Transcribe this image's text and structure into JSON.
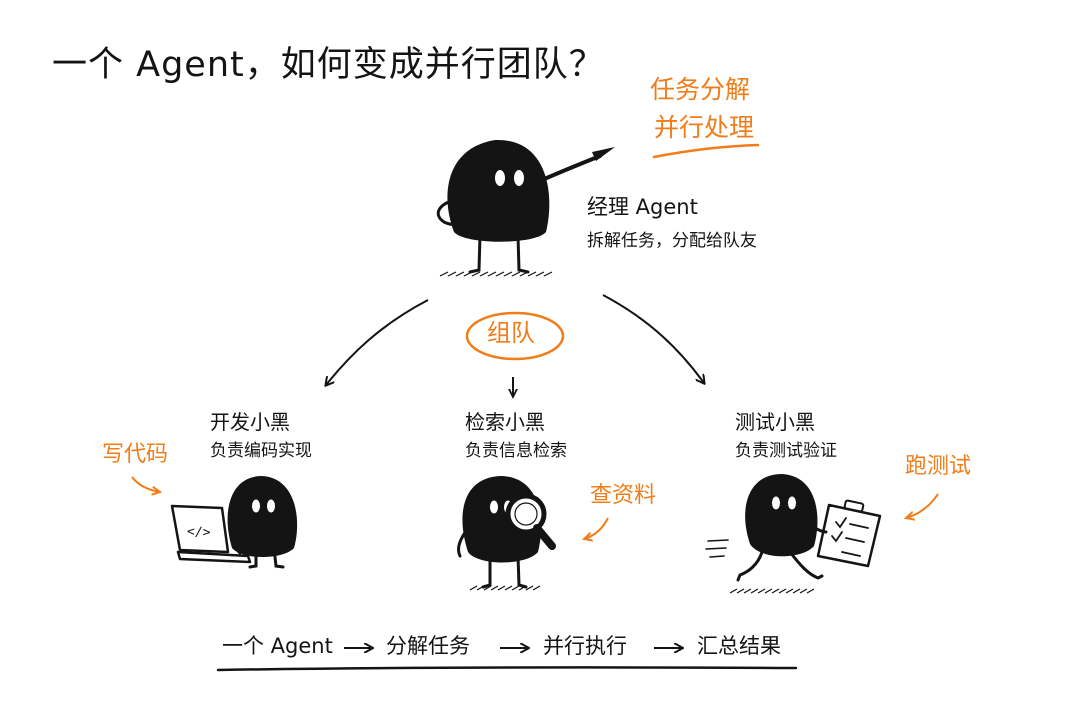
{
  "title": "一个 Agent，如何变成并行团队？",
  "manager": {
    "name": "经理 Agent",
    "description": "拆解任务，分配给队友",
    "note_line1": "任务分解",
    "note_line2": "并行处理"
  },
  "team_label": "组队",
  "members": {
    "developer": {
      "name": "开发小黑",
      "description": "负责编码实现",
      "note": "写代码"
    },
    "searcher": {
      "name": "检索小黑",
      "description": "负责信息检索",
      "note": "查资料"
    },
    "tester": {
      "name": "测试小黑",
      "description": "负责测试验证",
      "note": "跑测试"
    }
  },
  "laptop_code_glyph": "</>",
  "flow": {
    "steps": [
      "一个 Agent",
      "分解任务",
      "并行执行",
      "汇总结果"
    ]
  },
  "colors": {
    "ink": "#141414",
    "accent": "#f07d1a",
    "background": "#ffffff"
  }
}
